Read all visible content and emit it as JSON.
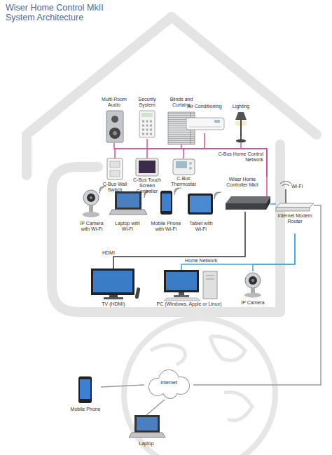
{
  "diagram": {
    "title": "Wiser Home Control MkII System Architecture",
    "nodes": [
      {
        "text": [
          "Multi-Room Audio"
        ]
      },
      {
        "text": [
          "Security System"
        ]
      },
      {
        "text": [
          "Blinds and Curtains"
        ]
      },
      {
        "text": [
          "Air Conditioning"
        ]
      },
      {
        "text": [
          "Lighting"
        ]
      },
      {
        "text": [
          "C-Bus Wall Switch"
        ]
      },
      {
        "text": [
          "C-Bus Touch Screen Controller"
        ]
      },
      {
        "text": [
          "C-Bus Thermostat"
        ]
      },
      {
        "text": [
          "Wiser Home Controller MkII"
        ]
      },
      {
        "text": [
          "Internet Modem Router"
        ]
      },
      {
        "text": [
          "IP Camera with Wi-Fi"
        ]
      },
      {
        "text": [
          "Laptop with Wi-Fi"
        ]
      },
      {
        "text": [
          "Mobile Phone with Wi-Fi"
        ]
      },
      {
        "text": [
          "Tablet with Wi-Fi"
        ]
      },
      {
        "text": [
          "TV (HDMI)"
        ]
      },
      {
        "text": [
          "PC (Windows, Apple or Linux)"
        ]
      },
      {
        "text": [
          "IP Camera"
        ]
      },
      {
        "text": [
          "Internet"
        ]
      },
      {
        "text": [
          "Mobile Phone"
        ]
      },
      {
        "text": [
          "Laptop"
        ]
      }
    ],
    "edges": [
      {
        "from": 8,
        "to": 0,
        "arrow": "none"
      },
      {
        "from": 8,
        "to": 1,
        "arrow": "none"
      },
      {
        "from": 8,
        "to": 2,
        "arrow": "none"
      },
      {
        "from": 8,
        "to": 3,
        "arrow": "none"
      },
      {
        "from": 8,
        "to": 4,
        "arrow": "none"
      },
      {
        "from": 8,
        "to": 5,
        "arrow": "none"
      },
      {
        "from": 8,
        "to": 6,
        "arrow": "none"
      },
      {
        "from": 8,
        "to": 7,
        "arrow": "none"
      },
      {
        "from": 8,
        "to": 9,
        "arrow": "none"
      },
      {
        "from": 8,
        "to": 14,
        "label": "HDMI",
        "arrow": "none"
      },
      {
        "from": 15,
        "to": 9,
        "label": "Home Network",
        "arrow": "none"
      },
      {
        "from": 16,
        "to": 9,
        "arrow": "none"
      },
      {
        "from": 9,
        "to": 17,
        "arrow": "none"
      },
      {
        "from": 17,
        "to": 18,
        "arrow": "none"
      },
      {
        "from": 17,
        "to": 19,
        "arrow": "none"
      }
    ],
    "labels": [
      "C-Bus Home Control Network",
      "Wi-Fi"
    ]
  }
}
